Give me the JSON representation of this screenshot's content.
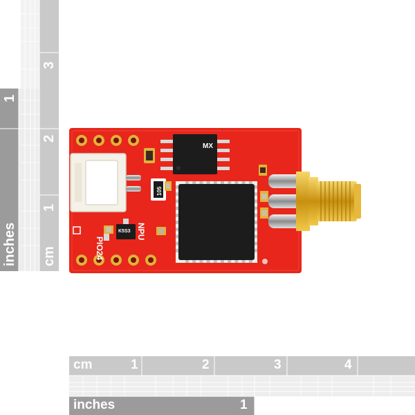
{
  "scene": {
    "subject": "red-pcb-module-with-sma-connector",
    "colors": {
      "background": "#ffffff",
      "board": "#e8261b",
      "ruler_cm": "#c6c6c6",
      "ruler_in": "#9a9a9a",
      "chip": "#1c1c1c",
      "sma_gold": "#d6a21c",
      "pad_gold": "#e2b23a"
    }
  },
  "rulers": {
    "bottom_cm": {
      "unit": "cm",
      "ticks": [
        "1",
        "2",
        "3",
        "4"
      ]
    },
    "bottom_inches": {
      "unit": "inches",
      "ticks": [
        "1"
      ]
    },
    "left_cm": {
      "unit": "cm",
      "ticks": [
        "1",
        "2",
        "3"
      ]
    },
    "left_inches": {
      "unit": "inches",
      "ticks": [
        "1"
      ]
    }
  },
  "silkscreen": {
    "connector_label": "PIO24",
    "net_label": "NPU",
    "regulator_label": "K5S3",
    "resistor_label": "105",
    "chip_logo": "MX"
  }
}
